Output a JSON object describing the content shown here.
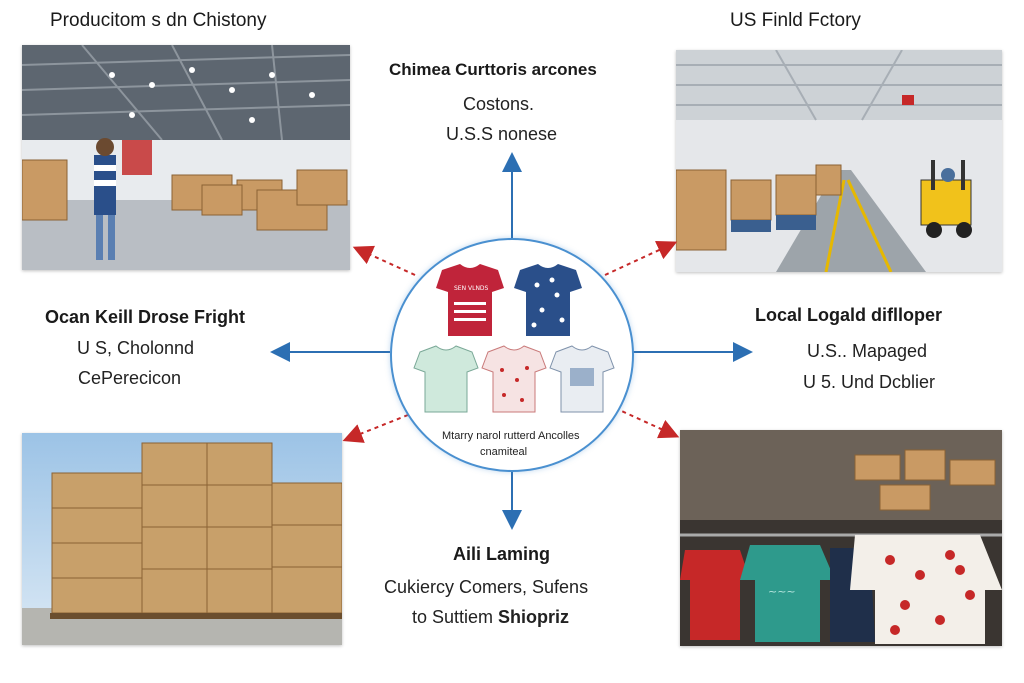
{
  "top_left_title": "Producitom s dn Chistony",
  "top_right_title": "US Finld Fctory",
  "top_center": {
    "heading": "Chimea Curttoris arcones",
    "line1": "Costons.",
    "line2": "U.S.S nonese"
  },
  "left_center": {
    "heading": "Ocan Keill Drose Fright",
    "line1": "U S, Cholonnd",
    "line2": "CePerecicon"
  },
  "right_center": {
    "heading": "Local Logald diflloper",
    "line1": "U.S.. Mapaged",
    "line2": "U 5. Und Dcblier"
  },
  "bottom_center": {
    "heading": "Aili Laming",
    "line1": "Cukiercy Comers, Sufens",
    "line2_a": "to Suttiem ",
    "line2_b": "Shiopriz"
  },
  "center_caption": {
    "line1": "Mtarry narol rutterd Ancolles",
    "line2": "cnamiteal"
  },
  "shirt_print_text": "SEN VLNDS",
  "colors": {
    "arrow_blue": "#2c6fb3",
    "arrow_red": "#c62828",
    "circle_border": "#4a90d0"
  }
}
